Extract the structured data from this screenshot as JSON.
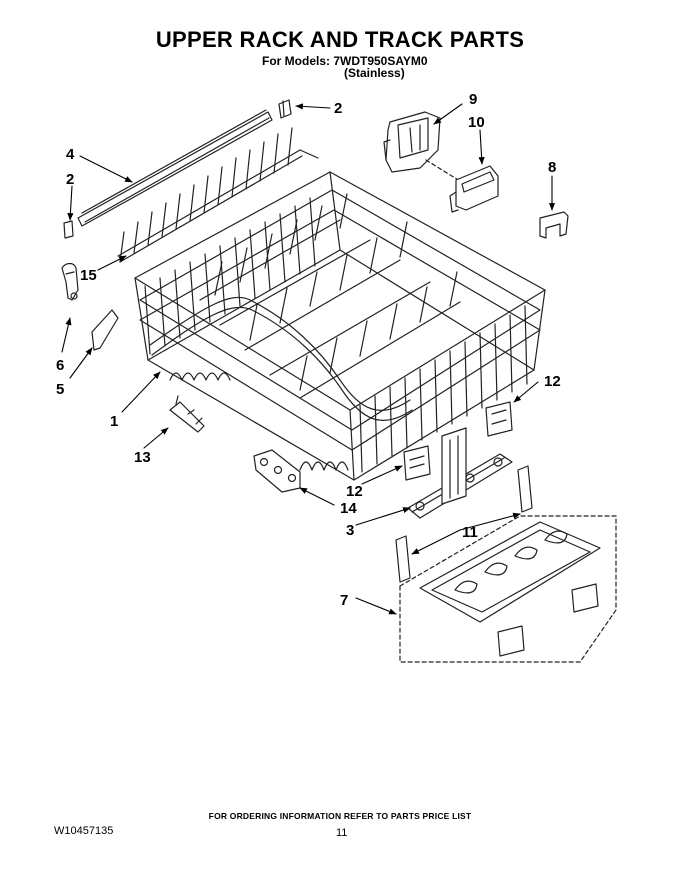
{
  "header": {
    "title": "UPPER RACK AND TRACK PARTS",
    "models_line": "For Models: 7WDT950SAYM0",
    "variant_line": "(Stainless)"
  },
  "callouts": [
    "2",
    "9",
    "10",
    "4",
    "2",
    "8",
    "15",
    "6",
    "5",
    "1",
    "12",
    "13",
    "12",
    "14",
    "3",
    "11",
    "7"
  ],
  "footer": {
    "ordering_note": "FOR ORDERING INFORMATION REFER TO PARTS PRICE LIST",
    "document_number": "W10457135",
    "page_number": "11"
  }
}
